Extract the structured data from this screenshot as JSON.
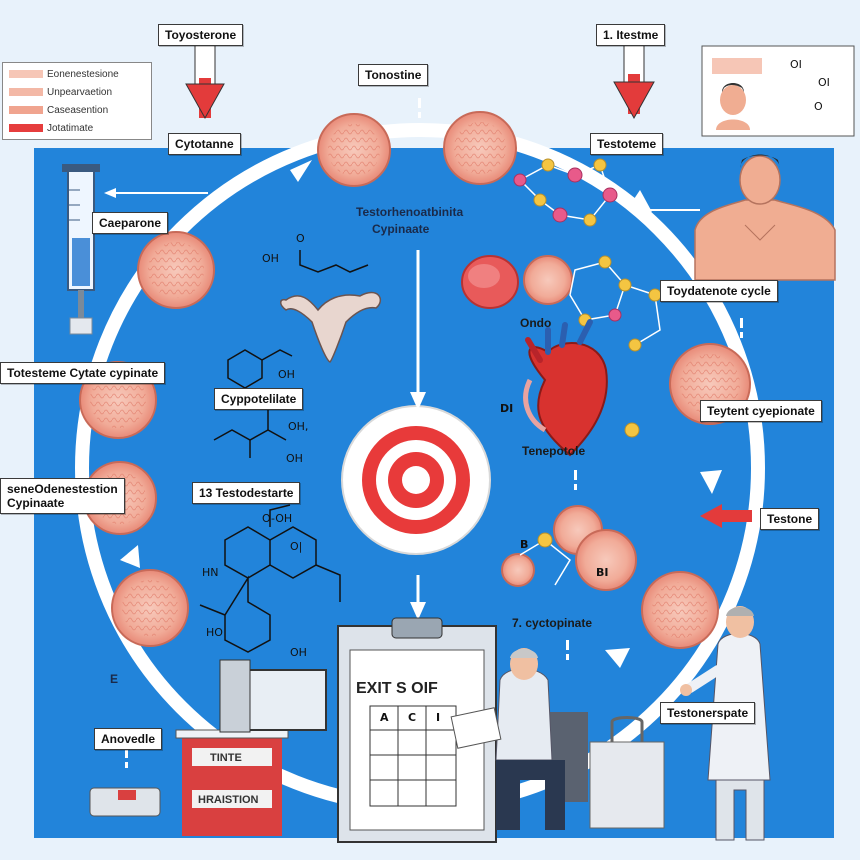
{
  "labels": {
    "top_left": "Toyosterone",
    "top_right": "1. Itestme",
    "cyto_left": "Cytotanne",
    "top_center": "Tonostine",
    "testosteme_right": "Testoteme",
    "caeparone": "Caeparone",
    "center_title_1": "Testorhenoatbinita",
    "center_title_2": "Cypinaate",
    "toydatenote": "Toydatenote cycle",
    "ondo": "Ondo",
    "testeme_cytate": "Totesteme Cytate cypinate",
    "cypotelilate": "Cyppotelilate",
    "teytent": "Teytent cyepionate",
    "tenepotole": "Tenepotole",
    "left_lower_1": "seneOdenestestion",
    "left_lower_2": "Cypinaate",
    "testodestarte": "13 Testodestarte",
    "testone": "Testone",
    "cyctopinate": "7. cyctopinate",
    "anovedle": "Anovedle",
    "testonerspate": "Testonerspate",
    "e_mark": "E",
    "exit": "EXIT S OIF",
    "screen_top": "TINTE",
    "screen_bottom": "HRAISTION"
  },
  "legend": [
    {
      "text": "Eonenestesione",
      "color": "#f6c6b6"
    },
    {
      "text": "Unpearvaetion",
      "color": "#f3b8a6"
    },
    {
      "text": "Caseasention",
      "color": "#f0a48f"
    },
    {
      "text": "Jotatimate",
      "color": "#e63d3d"
    }
  ],
  "molecule_text": {
    "oh1": "OH",
    "oh2": "OH",
    "oh3": "OH",
    "ohn": "OH,",
    "hn": "HN",
    "ho": "HO",
    "o1": "O",
    "oo": "O-OH",
    "oi": "O|",
    "c1": "O",
    "c2": "OI",
    "c3": "OH",
    "c4": "OI",
    "c5": "B",
    "c6": "DI",
    "c7": "BI"
  },
  "checklist": {
    "row1": [
      "A",
      "C",
      "I"
    ],
    "row2": [
      "",
      "",
      ""
    ],
    "row3": [
      "",
      "",
      ""
    ],
    "row4": [
      "",
      "",
      ""
    ]
  },
  "colors": {
    "blue": "#1d7fd8",
    "red": "#e33b3b",
    "cell": "#f3b5a4",
    "cell_dark": "#e58c7a"
  }
}
